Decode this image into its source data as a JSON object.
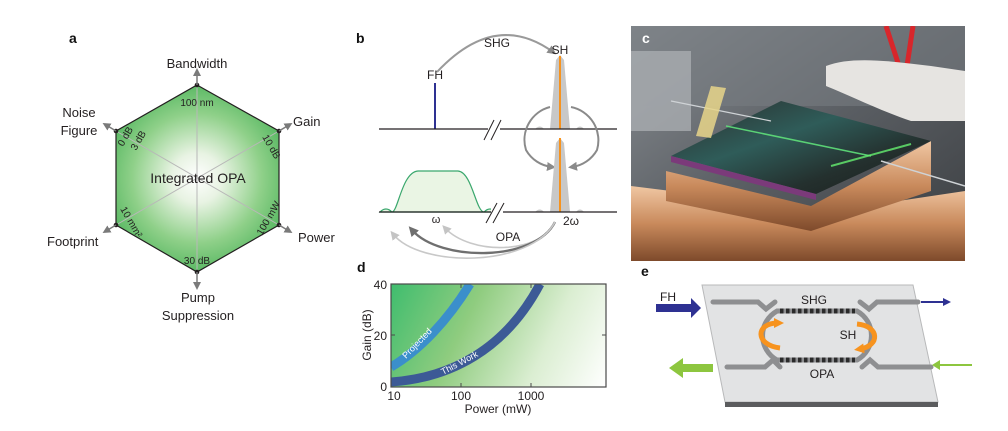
{
  "figure": {
    "panels": {
      "a": {
        "label": "a",
        "center_label": "Integrated OPA",
        "axes": [
          {
            "name": "Bandwidth",
            "tick": "100 nm"
          },
          {
            "name": "Gain",
            "tick": "10 dB"
          },
          {
            "name": "Power",
            "tick": "100 mW"
          },
          {
            "name_line1": "Pump",
            "name_line2": "Suppression",
            "tick": "30 dB"
          },
          {
            "name": "Footprint",
            "tick": "10 mm²"
          },
          {
            "name_line1": "Noise",
            "name_line2": "Figure",
            "tick_outer": "0 dB",
            "tick_inner": "3 dB"
          }
        ],
        "fill_color": "#5bb865"
      },
      "b": {
        "label": "b",
        "fh_label": "FH",
        "sh_label": "SH",
        "shg_label": "SHG",
        "opa_label": "OPA",
        "omega_label": "ω",
        "two_omega_label": "2ω",
        "fh_color": "#2e3192",
        "sh_color": "#f7931e",
        "signal_color": "#3aa76d"
      },
      "c": {
        "label": "c",
        "description": "photo of integrated chip"
      },
      "d": {
        "label": "d",
        "xlabel": "Power (mW)",
        "ylabel": "Gain (dB)",
        "xticks": [
          "10",
          "100",
          "1000"
        ],
        "yticks": [
          "0",
          "20",
          "40"
        ],
        "curve_projected_label": "Projected",
        "curve_thiswork_label": "This Work",
        "projected_color": "#3b8fcb",
        "thiswork_color": "#3c5a96"
      },
      "e": {
        "label": "e",
        "fh_label": "FH",
        "shg_label": "SHG",
        "sh_label": "SH",
        "opa_label": "OPA",
        "fh_arrow_color": "#2e3192",
        "signal_arrow_color": "#8dc63f",
        "sh_arrow_color": "#f7931e"
      }
    }
  },
  "chart_data": {
    "type": "line",
    "title": "",
    "xlabel": "Power (mW)",
    "ylabel": "Gain (dB)",
    "xscale": "log",
    "xlim": [
      10,
      10000
    ],
    "ylim": [
      0,
      40
    ],
    "xticks": [
      10,
      100,
      1000
    ],
    "yticks": [
      0,
      20,
      40
    ],
    "grid": false,
    "series": [
      {
        "name": "Projected",
        "x": [
          10,
          20,
          40,
          70,
          100,
          130
        ],
        "y": [
          10,
          17,
          25,
          33,
          37,
          40
        ]
      },
      {
        "name": "This Work",
        "x": [
          10,
          50,
          100,
          200,
          400,
          700,
          1000,
          1200
        ],
        "y": [
          1.5,
          3,
          6,
          11,
          19,
          29,
          36,
          40
        ]
      }
    ],
    "annotations": [
      "Projected",
      "This Work"
    ]
  }
}
